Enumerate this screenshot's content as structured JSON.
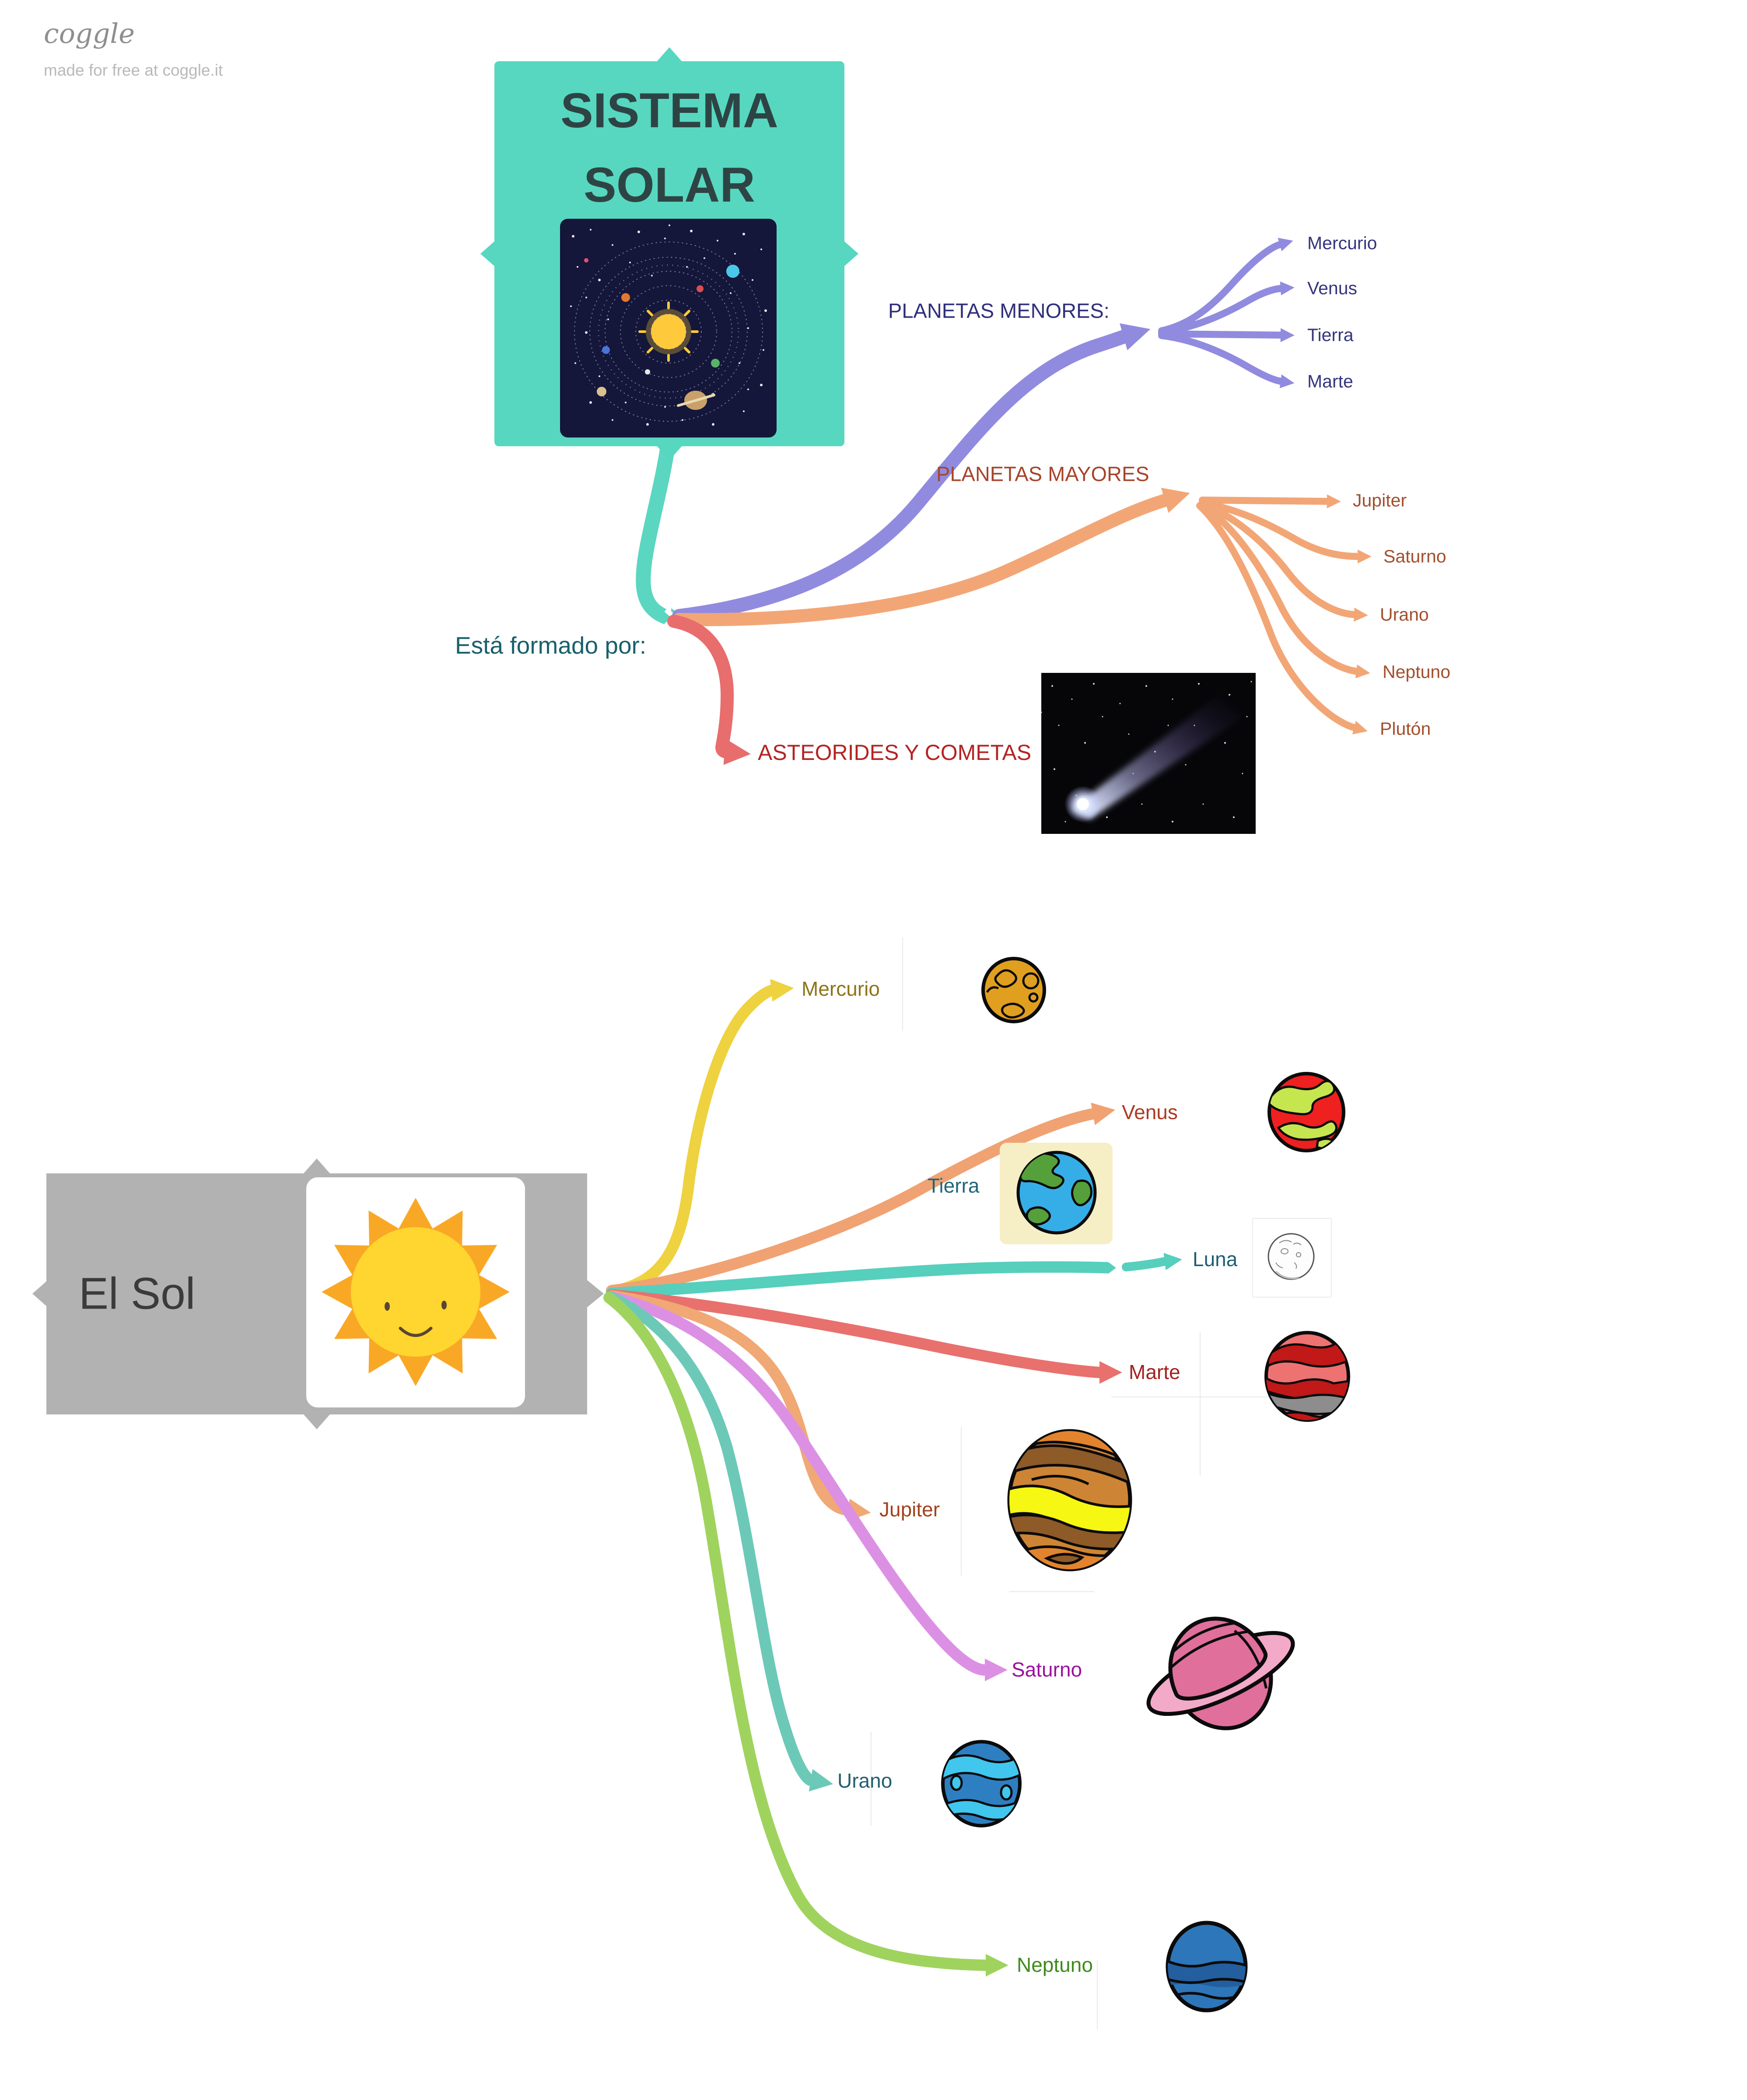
{
  "watermark": {
    "logo": "coggle",
    "tagline": "made for free at coggle.it"
  },
  "colors": {
    "root_top_box": "#57d7c0",
    "root_top_text": "#2e4444",
    "root_bottom_box": "#b2b2b2",
    "root_bottom_text": "#3b3b3b",
    "trunk_teal": "#5bd6c0",
    "purple_branch": "#918bdf",
    "orange_branch": "#f2a676",
    "red_branch": "#e86d6d",
    "yellow_branch": "#eed23f",
    "venus_branch": "#f0a273",
    "tierra_branch": "#56cfbd",
    "marte_branch": "#e8716d",
    "jupiter_branch": "#f0a875",
    "saturno_branch": "#dc90e4",
    "urano_branch": "#6cc9b8",
    "neptuno_branch": "#9fd35e",
    "menores_text": "#2f2f7c",
    "mayores_text": "#a6452b",
    "asteorides_text": "#b32424",
    "formado_text": "#19606b"
  },
  "top_map": {
    "root": {
      "title_line1": "SISTEMA",
      "title_line2": "SOLAR",
      "image": "solar-system-illustration"
    },
    "trunk_label": "Está formado por:",
    "branches": [
      {
        "label": "PLANETAS MENORES:",
        "children": [
          {
            "label": "Mercurio"
          },
          {
            "label": "Venus"
          },
          {
            "label": "Tierra"
          },
          {
            "label": "Marte"
          }
        ]
      },
      {
        "label": "PLANETAS MAYORES",
        "children": [
          {
            "label": "Jupiter"
          },
          {
            "label": "Saturno"
          },
          {
            "label": "Urano"
          },
          {
            "label": "Neptuno"
          },
          {
            "label": "Plutón"
          }
        ]
      },
      {
        "label": "ASTEORIDES Y COMETAS",
        "image": "comet-photo"
      }
    ]
  },
  "bottom_map": {
    "root": {
      "label": "El Sol",
      "image": "smiling-sun"
    },
    "branches": [
      {
        "label": "Mercurio",
        "image": "mercury-planet"
      },
      {
        "label": "Venus",
        "image": "venus-planet"
      },
      {
        "label": "Tierra",
        "image": "earth-planet",
        "children": [
          {
            "label": "Luna",
            "image": "moon-drawing"
          }
        ]
      },
      {
        "label": "Marte",
        "image": "mars-planet"
      },
      {
        "label": "Jupiter",
        "image": "jupiter-planet"
      },
      {
        "label": "Saturno",
        "image": "saturn-planet"
      },
      {
        "label": "Urano",
        "image": "uranus-planet"
      },
      {
        "label": "Neptuno",
        "image": "neptune-planet"
      }
    ]
  }
}
